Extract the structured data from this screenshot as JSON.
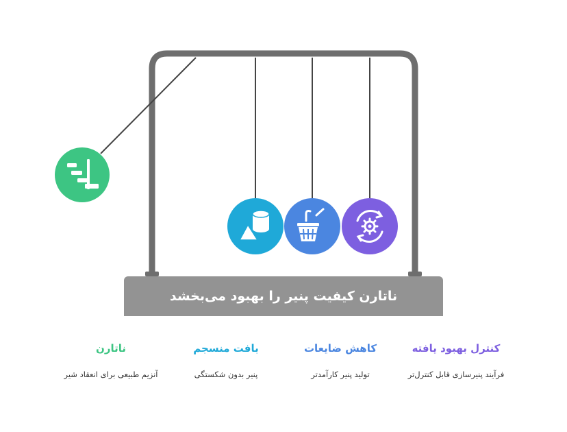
{
  "title": "ناتارن کیفیت پنیر را بهبود می‌بخشد",
  "items": [
    {
      "title": "کنترل بهبود یافته",
      "description": "فرآیند پنیرسازی قابل کنترل‌تر",
      "color": "#7d5fe0",
      "icon": "gear-cycle-icon"
    },
    {
      "title": "کاهش ضایعات",
      "description": "تولید پنیر کارآمدتر",
      "color": "#4b86e0",
      "icon": "waste-basket-icon"
    },
    {
      "title": "بافت منسجم",
      "description": "پنیر بدون شکستگی",
      "color": "#1fa9d8",
      "icon": "shapes-icon"
    },
    {
      "title": "ناتارن",
      "description": "آنزیم طبیعی برای انعقاد شیر",
      "color": "#3dc583",
      "icon": "process-steps-icon"
    }
  ]
}
